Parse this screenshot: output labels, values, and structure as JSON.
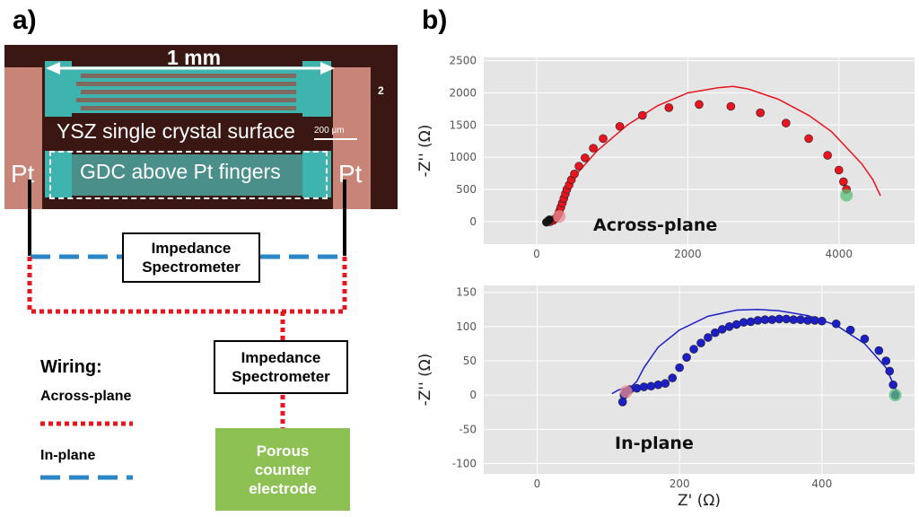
{
  "panel_a": {
    "label": "a)",
    "scale_bar_text": "1 mm",
    "ysz_text": "YSZ single crystal surface",
    "small_scale_text": "200 μm",
    "gdc_text": "GDC above Pt fingers",
    "pt_left": "Pt",
    "pt_right": "Pt",
    "corner_number": "2",
    "spectrometer_top": [
      "Impedance",
      "Spectrometer"
    ],
    "spectrometer_bottom": [
      "Impedance",
      "Spectrometer"
    ],
    "counter_electrode": [
      "Porous",
      "counter",
      "electrode"
    ],
    "wiring_title": "Wiring:",
    "across_plane_label": "Across-plane",
    "in_plane_label": "In-plane",
    "colors": {
      "across_plane": "#e8141e",
      "in_plane": "#2b86c6",
      "counter_electrode": "#8dc153",
      "gdc_teal": "#3fb3ad"
    }
  },
  "panel_b": {
    "label": "b)"
  },
  "chart_data": [
    {
      "type": "scatter",
      "annotation": "Across-plane",
      "ylabel": "-Z'' (Ω)",
      "xlim": [
        -700,
        5000
      ],
      "ylim": [
        -350,
        2550
      ],
      "xticks": [
        0,
        2000,
        4000
      ],
      "yticks": [
        0,
        500,
        1000,
        1500,
        2000,
        2500
      ],
      "grid": true,
      "series": [
        {
          "kind": "points",
          "color": "#e8141e",
          "x": [
            180,
            220,
            250,
            280,
            300,
            320,
            340,
            360,
            380,
            400,
            430,
            460,
            500,
            560,
            640,
            750,
            880,
            1100,
            1400,
            1750,
            2150,
            2570,
            2960,
            3300,
            3600,
            3850,
            4000,
            4060,
            4100
          ],
          "y": [
            0,
            20,
            50,
            100,
            150,
            220,
            290,
            360,
            430,
            500,
            570,
            650,
            740,
            860,
            990,
            1140,
            1290,
            1480,
            1650,
            1770,
            1820,
            1790,
            1690,
            1530,
            1290,
            1030,
            800,
            620,
            500
          ]
        },
        {
          "kind": "line",
          "color": "#e8141e",
          "x": [
            200,
            300,
            500,
            800,
            1200,
            1600,
            2000,
            2400,
            2600,
            2800,
            3200,
            3600,
            3900,
            4100,
            4300,
            4450,
            4550
          ],
          "y": [
            0,
            300,
            700,
            1100,
            1500,
            1800,
            2000,
            2080,
            2100,
            2060,
            1900,
            1650,
            1400,
            1150,
            900,
            650,
            400
          ]
        },
        {
          "kind": "points",
          "color": "#111111",
          "x": [
            130,
            150,
            170
          ],
          "y": [
            -10,
            10,
            30
          ]
        },
        {
          "kind": "highlight",
          "color": "#e88a90",
          "x": [
            300
          ],
          "y": [
            80
          ]
        },
        {
          "kind": "highlight",
          "color": "#5cbf7a",
          "x": [
            4100
          ],
          "y": [
            410
          ]
        }
      ]
    },
    {
      "type": "scatter",
      "annotation": "In-plane",
      "xlabel": "Z' (Ω)",
      "ylabel": "-Z'' (Ω)",
      "xlim": [
        -75,
        530
      ],
      "ylim": [
        -115,
        160
      ],
      "xticks": [
        0,
        200,
        400
      ],
      "yticks": [
        -100,
        -50,
        0,
        50,
        100,
        150
      ],
      "grid": true,
      "series": [
        {
          "kind": "points",
          "color": "#1c1ec8",
          "x": [
            120,
            122,
            125,
            130,
            140,
            150,
            160,
            170,
            180,
            190,
            200,
            210,
            220,
            230,
            240,
            250,
            260,
            270,
            280,
            290,
            300,
            310,
            320,
            330,
            340,
            350,
            360,
            370,
            380,
            390,
            400,
            420,
            440,
            460,
            480,
            490,
            495,
            500,
            503
          ],
          "y": [
            -10,
            0,
            5,
            8,
            10,
            12,
            13,
            15,
            17,
            25,
            40,
            55,
            67,
            76,
            84,
            91,
            96,
            100,
            103,
            106,
            107,
            109,
            110,
            110,
            111,
            111,
            110,
            110,
            109,
            109,
            108,
            104,
            95,
            82,
            65,
            50,
            35,
            15,
            0
          ]
        },
        {
          "kind": "line",
          "color": "#1c1ec8",
          "x": [
            105,
            115,
            130,
            140,
            150,
            170,
            200,
            240,
            280,
            310,
            340,
            380,
            420,
            460,
            490,
            505
          ],
          "y": [
            2,
            8,
            10,
            20,
            40,
            70,
            95,
            115,
            124,
            125,
            123,
            116,
            102,
            75,
            40,
            5
          ]
        },
        {
          "kind": "highlight",
          "color": "#e88a90",
          "x": [
            125
          ],
          "y": [
            5
          ]
        },
        {
          "kind": "highlight",
          "color": "#5cbf7a",
          "x": [
            503
          ],
          "y": [
            0
          ]
        }
      ]
    }
  ]
}
